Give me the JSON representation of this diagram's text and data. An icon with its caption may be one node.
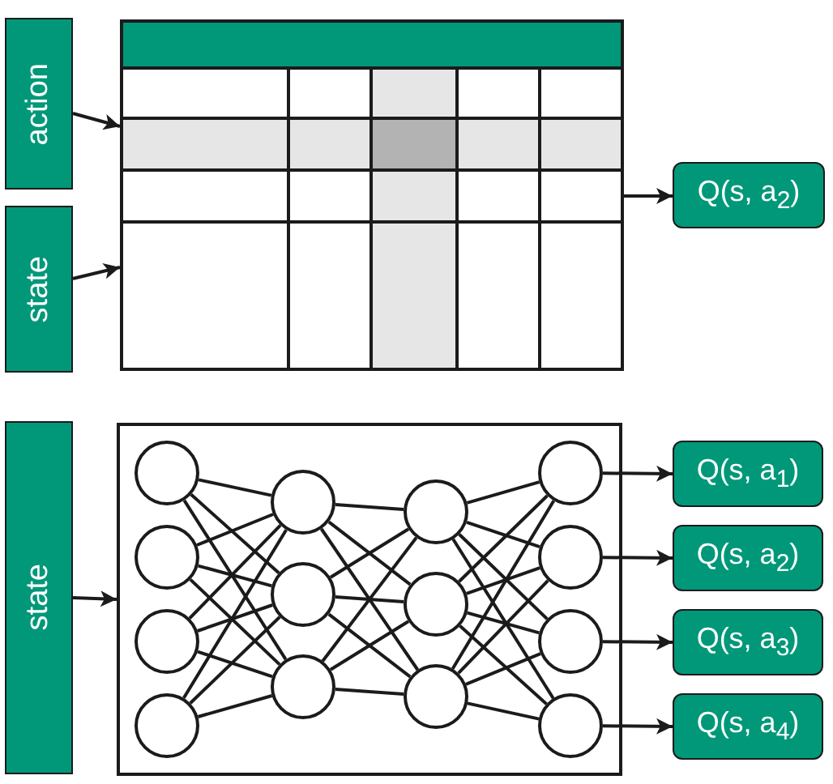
{
  "diagram": {
    "nodes": [
      {
        "text": [
          "action"
        ]
      },
      {
        "text": [
          "state"
        ]
      },
      {
        "text": [],
        "shape": "box"
      },
      {
        "text": [
          "Q(s, a$_{2}$)"
        ]
      },
      {
        "text": [
          "state"
        ]
      },
      {
        "text": [],
        "shape": "box"
      },
      {
        "text": [],
        "shape": "circle",
        "in": 5
      },
      {
        "text": [],
        "shape": "circle",
        "in": 5
      },
      {
        "text": [],
        "shape": "circle",
        "in": 5
      },
      {
        "text": [],
        "shape": "circle",
        "in": 5
      },
      {
        "text": [],
        "shape": "circle",
        "in": 5
      },
      {
        "text": [],
        "shape": "circle",
        "in": 5
      },
      {
        "text": [],
        "shape": "circle",
        "in": 5
      },
      {
        "text": [],
        "shape": "circle",
        "in": 5
      },
      {
        "text": [],
        "shape": "circle",
        "in": 5
      },
      {
        "text": [],
        "shape": "circle",
        "in": 5
      },
      {
        "text": [],
        "shape": "circle",
        "in": 5
      },
      {
        "text": [],
        "shape": "circle",
        "in": 5
      },
      {
        "text": [],
        "shape": "circle",
        "in": 5
      },
      {
        "text": [],
        "shape": "circle",
        "in": 5
      },
      {
        "text": [
          "Q(s, a$_{1}$)"
        ]
      },
      {
        "text": [
          "Q(s, a$_{2}$)"
        ]
      },
      {
        "text": [
          "Q(s, a$_{3}$)"
        ]
      },
      {
        "text": [
          "Q(s, a$_{4}$)"
        ]
      }
    ],
    "edges": [
      {
        "from": 0,
        "to": 2,
        "arrow": "to"
      },
      {
        "from": 1,
        "to": 2,
        "arrow": "to"
      },
      {
        "from": 2,
        "to": 3,
        "arrow": "to"
      },
      {
        "from": 4,
        "to": 5,
        "arrow": "to"
      },
      {
        "from": 6,
        "to": 10,
        "arrow": "none"
      },
      {
        "from": 6,
        "to": 11,
        "arrow": "none"
      },
      {
        "from": 6,
        "to": 12,
        "arrow": "none"
      },
      {
        "from": 7,
        "to": 10,
        "arrow": "none"
      },
      {
        "from": 7,
        "to": 11,
        "arrow": "none"
      },
      {
        "from": 7,
        "to": 12,
        "arrow": "none"
      },
      {
        "from": 8,
        "to": 10,
        "arrow": "none"
      },
      {
        "from": 8,
        "to": 11,
        "arrow": "none"
      },
      {
        "from": 8,
        "to": 12,
        "arrow": "none"
      },
      {
        "from": 9,
        "to": 10,
        "arrow": "none"
      },
      {
        "from": 9,
        "to": 11,
        "arrow": "none"
      },
      {
        "from": 9,
        "to": 12,
        "arrow": "none"
      },
      {
        "from": 10,
        "to": 13,
        "arrow": "none"
      },
      {
        "from": 10,
        "to": 14,
        "arrow": "none"
      },
      {
        "from": 10,
        "to": 15,
        "arrow": "none"
      },
      {
        "from": 11,
        "to": 13,
        "arrow": "none"
      },
      {
        "from": 11,
        "to": 14,
        "arrow": "none"
      },
      {
        "from": 11,
        "to": 15,
        "arrow": "none"
      },
      {
        "from": 12,
        "to": 13,
        "arrow": "none"
      },
      {
        "from": 12,
        "to": 14,
        "arrow": "none"
      },
      {
        "from": 12,
        "to": 15,
        "arrow": "none"
      },
      {
        "from": 13,
        "to": 16,
        "arrow": "none"
      },
      {
        "from": 13,
        "to": 17,
        "arrow": "none"
      },
      {
        "from": 13,
        "to": 18,
        "arrow": "none"
      },
      {
        "from": 13,
        "to": 19,
        "arrow": "none"
      },
      {
        "from": 14,
        "to": 16,
        "arrow": "none"
      },
      {
        "from": 14,
        "to": 17,
        "arrow": "none"
      },
      {
        "from": 14,
        "to": 18,
        "arrow": "none"
      },
      {
        "from": 14,
        "to": 19,
        "arrow": "none"
      },
      {
        "from": 15,
        "to": 16,
        "arrow": "none"
      },
      {
        "from": 15,
        "to": 17,
        "arrow": "none"
      },
      {
        "from": 15,
        "to": 18,
        "arrow": "none"
      },
      {
        "from": 15,
        "to": 19,
        "arrow": "none"
      },
      {
        "from": 16,
        "to": 20,
        "arrow": "to"
      },
      {
        "from": 17,
        "to": 21,
        "arrow": "to"
      },
      {
        "from": 18,
        "to": 22,
        "arrow": "to"
      },
      {
        "from": 19,
        "to": 23,
        "arrow": "to"
      }
    ]
  }
}
